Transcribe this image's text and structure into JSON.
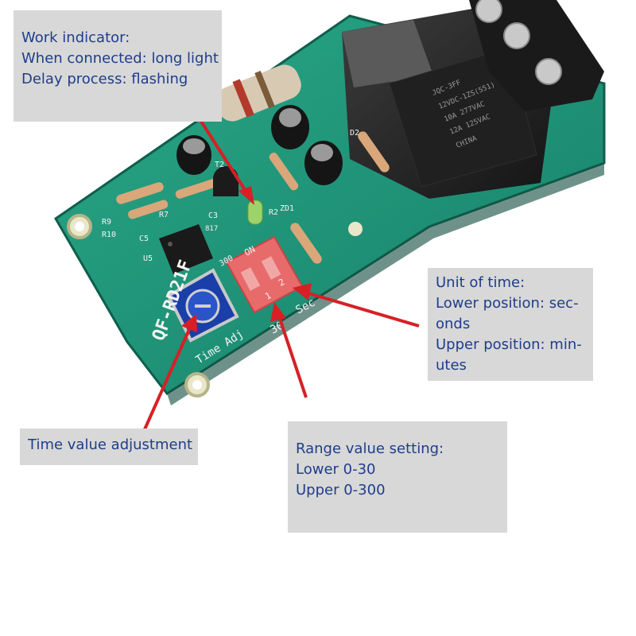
{
  "callouts": {
    "work_indicator": {
      "lines": [
        "Work indicator:",
        "When connected: long light",
        "Delay process: flashing"
      ]
    },
    "unit_of_time": {
      "lines": [
        "Unit of time:",
        "Lower position: sec-",
        "onds",
        "Upper position: min-",
        "utes"
      ]
    },
    "time_value": {
      "lines": [
        "Time value adjustment"
      ]
    },
    "range_value": {
      "lines": [
        "Range value setting:",
        "Lower 0-30",
        "Upper 0-300"
      ]
    }
  },
  "board": {
    "model": "QF-RD21F",
    "pot_label": "Time Adj",
    "switch_on": "ON",
    "switch_1": "1",
    "switch_2": "2",
    "range_30": "30",
    "range_300": "300",
    "sec_label": "Sec",
    "relay_text": [
      "JQC-3FF",
      "12VDC-1ZS(551)",
      "10A 277VAC",
      "12A 125VAC",
      "CHINA"
    ],
    "silkscreen": [
      "R9",
      "R10",
      "R7",
      "C5",
      "U5",
      "817",
      "D2",
      "R2",
      "ZD1",
      "C3",
      "T2"
    ]
  },
  "colors": {
    "callout_bg": "#d8d8d8",
    "callout_text": "#1f3d8a",
    "pcb": "#1e9a7a",
    "arrow": "#d81f26"
  }
}
